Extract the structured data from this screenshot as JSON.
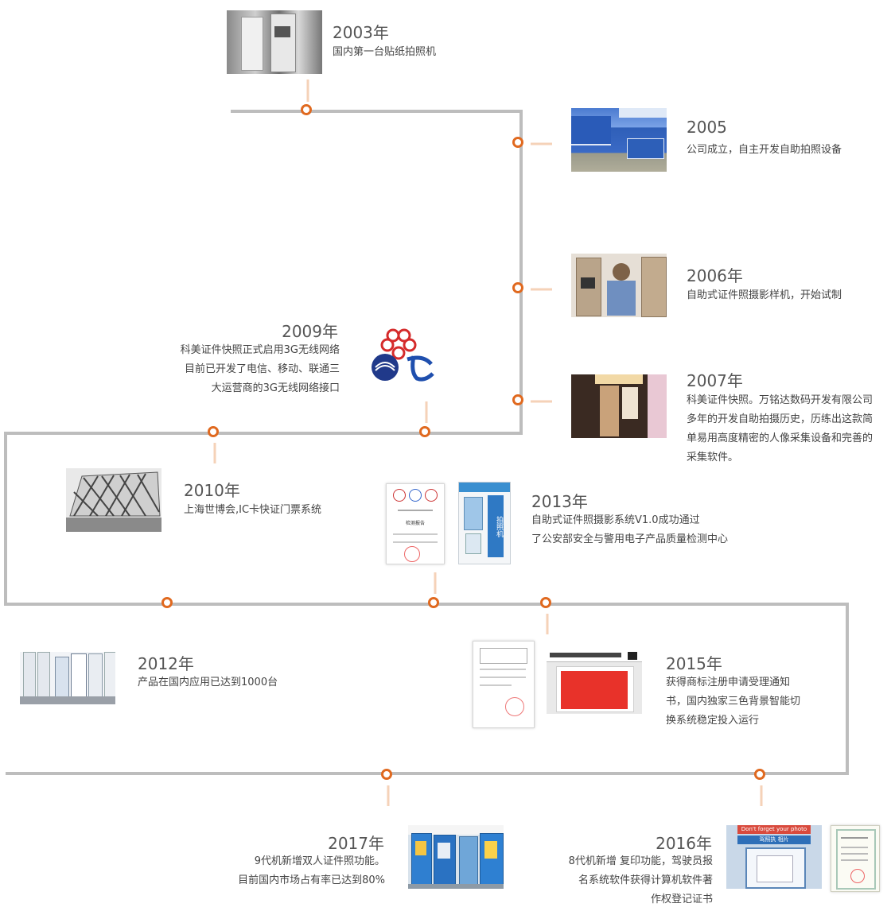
{
  "timeline": {
    "events": [
      {
        "year": "2003年",
        "lines": [
          "国内第一台贴纸拍照机"
        ],
        "photo": "booth-photo"
      },
      {
        "year": "2005",
        "lines": [
          "公司成立，自主开发自助拍照设备"
        ],
        "photo": "factory-photo"
      },
      {
        "year": "2006年",
        "lines": [
          "自助式证件照摄影样机，开始试制"
        ],
        "photo": "prototype-photo"
      },
      {
        "year": "2007年",
        "lines": [
          "科美证件快照。万铭达数码开发有限公司",
          "多年的开发自助拍摄历史，历练出这款简",
          "单易用高度精密的人像采集设备和完善的",
          "采集软件。"
        ],
        "photo": "booth-interior-photo"
      },
      {
        "year": "2009年",
        "lines": [
          "科美证件快照正式启用3G无线网络",
          "目前已开发了电信、移动、联通三",
          "大运营商的3G无线网络接口"
        ],
        "photo": "telecom-logos"
      },
      {
        "year": "2010年",
        "lines": [
          "上海世博会,IC卡快证门票系统"
        ],
        "photo": "expo-building-photo"
      },
      {
        "year": "2013年",
        "lines": [
          "自助式证件照摄影系统V1.0成功通过",
          "了公安部安全与警用电子产品质量检测中心"
        ],
        "photo": "certificate-and-kiosk"
      },
      {
        "year": "2012年",
        "lines": [
          "产品在国内应用已达到1000台"
        ],
        "photo": "warehouse-photo"
      },
      {
        "year": "2015年",
        "lines": [
          "获得商标注册申请受理通知",
          "书，国内独家三色背景智能切",
          "换系统稳定投入运行"
        ],
        "photo": "notice-and-red-background"
      },
      {
        "year": "2017年",
        "lines": [
          "9代机新增双人证件照功能。",
          "目前国内市场占有率已达到80%"
        ],
        "photo": "showroom-photo"
      },
      {
        "year": "2016年",
        "lines": [
          "8代机新增 复印功能，驾驶员报",
          "名系统软件获得计算机软件著",
          "作权登记证书"
        ],
        "photo": "copy-kiosk-and-certificate"
      }
    ],
    "photo_text": {
      "kiosk_sign": "拍照机",
      "cert_title": "检测报告",
      "forget_photo": "Don't forget your photo",
      "license_photo": "驾照执 相片"
    },
    "colors": {
      "line": "#bdbdbd",
      "node": "#e0691f",
      "connector": "#f5d2b8",
      "text": "#555555"
    }
  }
}
